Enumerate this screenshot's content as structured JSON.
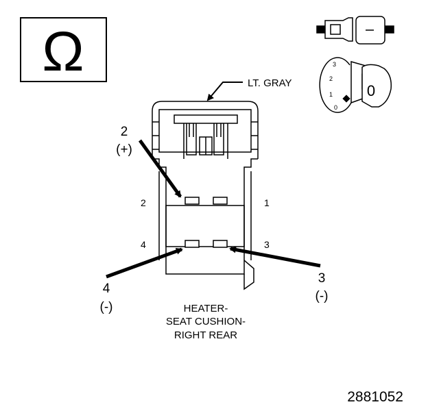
{
  "symbol": {
    "name": "ohm-symbol",
    "glyph": "Ω"
  },
  "color_label": "LT. GRAY",
  "pins": {
    "pin2": {
      "number": "2",
      "polarity": "(+)"
    },
    "pin4": {
      "number": "4",
      "polarity": "(-)"
    },
    "pin3": {
      "number": "3",
      "polarity": "(-)"
    },
    "cavity_2": "2",
    "cavity_1": "1",
    "cavity_4": "4",
    "cavity_3": "3"
  },
  "switch_positions": [
    "3",
    "2",
    "1",
    "0"
  ],
  "knob_label": "0",
  "caption": [
    "HEATER-",
    "SEAT CUSHION-",
    "RIGHT REAR"
  ],
  "figure_id": "2881052",
  "colors": {
    "ink": "#000000",
    "paper": "#ffffff"
  }
}
